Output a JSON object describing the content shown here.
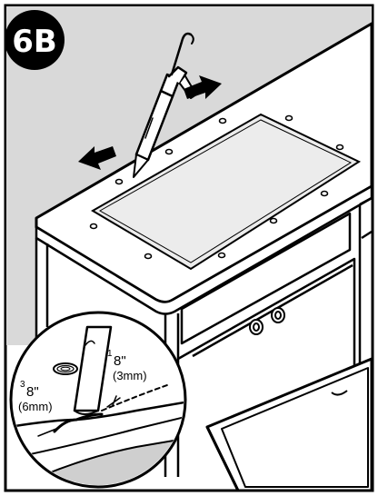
{
  "step": {
    "label": "6B"
  },
  "dimensions": {
    "small_gap": {
      "num": "1",
      "den": "8\"",
      "metric": "(3mm)"
    },
    "large_gap": {
      "num": "3",
      "den": "8\"",
      "metric": "(6mm)"
    }
  },
  "colors": {
    "line": "#000000",
    "wall": "#d9d9d9",
    "glass": "#ececec",
    "counter": "#ffffff"
  },
  "icons": [
    "caulk-gun-icon",
    "arrow-left-icon",
    "arrow-right-icon",
    "screw-hole-icon"
  ]
}
